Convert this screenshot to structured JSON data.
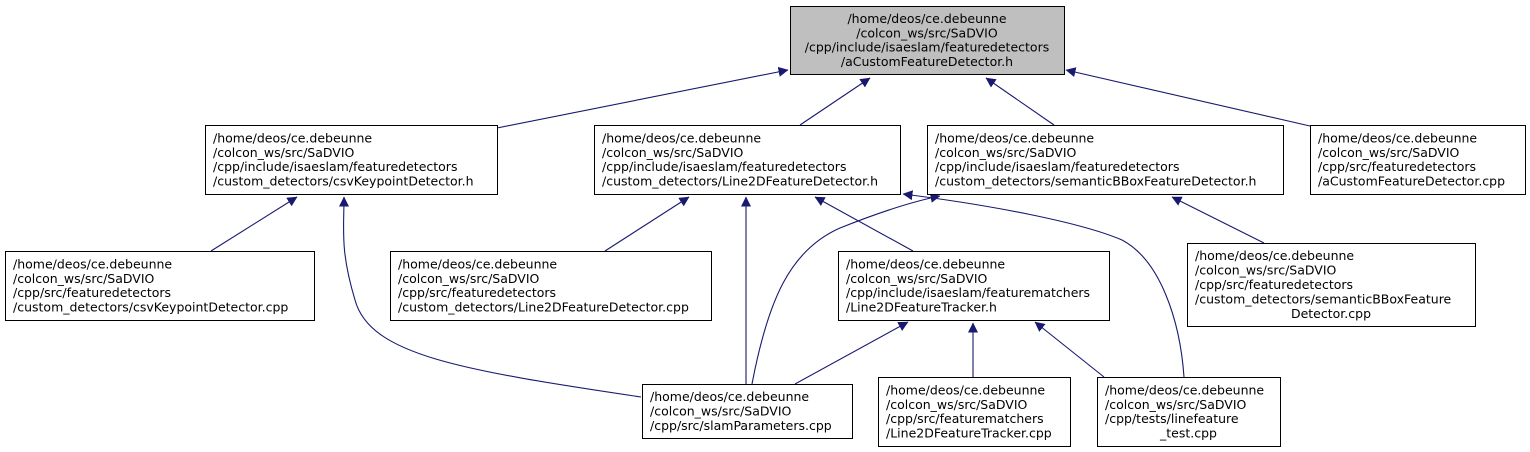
{
  "colors": {
    "edge": "#191970",
    "root_fill": "#bfbfbf",
    "node_fill": "#ffffff",
    "border": "#000000"
  },
  "nodes": [
    {
      "id": "root",
      "lines": [
        "/home/deos/ce.debeunne",
        "/colcon_ws/src/SaDVIO",
        "/cpp/include/isaeslam/featuredetectors",
        "/aCustomFeatureDetector.h"
      ],
      "align": "center",
      "highlight": true
    },
    {
      "id": "csv_h",
      "lines": [
        "/home/deos/ce.debeunne",
        "/colcon_ws/src/SaDVIO",
        "/cpp/include/isaeslam/featuredetectors",
        "/custom_detectors/csvKeypointDetector.h"
      ],
      "align": "left"
    },
    {
      "id": "line2d_h",
      "lines": [
        "/home/deos/ce.debeunne",
        "/colcon_ws/src/SaDVIO",
        "/cpp/include/isaeslam/featuredetectors",
        "/custom_detectors/Line2DFeatureDetector.h"
      ],
      "align": "left"
    },
    {
      "id": "bbox_h",
      "lines": [
        "/home/deos/ce.debeunne",
        "/colcon_ws/src/SaDVIO",
        "/cpp/include/isaeslam/featuredetectors",
        "/custom_detectors/semanticBBoxFeatureDetector.h"
      ],
      "align": "left"
    },
    {
      "id": "acustom_cpp",
      "lines": [
        "/home/deos/ce.debeunne",
        "/colcon_ws/src/SaDVIO",
        "/cpp/src/featuredetectors",
        "/aCustomFeatureDetector.cpp"
      ],
      "align": "left"
    },
    {
      "id": "csv_cpp",
      "lines": [
        "/home/deos/ce.debeunne",
        "/colcon_ws/src/SaDVIO",
        "/cpp/src/featuredetectors",
        "/custom_detectors/csvKeypointDetector.cpp"
      ],
      "align": "left"
    },
    {
      "id": "line2d_cpp",
      "lines": [
        "/home/deos/ce.debeunne",
        "/colcon_ws/src/SaDVIO",
        "/cpp/src/featuredetectors",
        "/custom_detectors/Line2DFeatureDetector.cpp"
      ],
      "align": "left"
    },
    {
      "id": "tracker_h",
      "lines": [
        "/home/deos/ce.debeunne",
        "/colcon_ws/src/SaDVIO",
        "/cpp/include/isaeslam/featurematchers",
        "/Line2DFeatureTracker.h"
      ],
      "align": "left"
    },
    {
      "id": "bbox_cpp",
      "lines": [
        "/home/deos/ce.debeunne",
        "/colcon_ws/src/SaDVIO",
        "/cpp/src/featuredetectors",
        "/custom_detectors/semanticBBoxFeature",
        "Detector.cpp"
      ],
      "align": "left"
    },
    {
      "id": "slam_cpp",
      "lines": [
        "/home/deos/ce.debeunne",
        "/colcon_ws/src/SaDVIO",
        "/cpp/src/slamParameters.cpp"
      ],
      "align": "left"
    },
    {
      "id": "tracker_cpp",
      "lines": [
        "/home/deos/ce.debeunne",
        "/colcon_ws/src/SaDVIO",
        "/cpp/src/featurematchers",
        "/Line2DFeatureTracker.cpp"
      ],
      "align": "left"
    },
    {
      "id": "test_cpp",
      "lines": [
        "/home/deos/ce.debeunne",
        "/colcon_ws/src/SaDVIO",
        "/cpp/tests/linefeature",
        "_test.cpp"
      ],
      "align": "left"
    }
  ],
  "edges": [
    {
      "from": "csv_h",
      "to": "root"
    },
    {
      "from": "line2d_h",
      "to": "root"
    },
    {
      "from": "bbox_h",
      "to": "root"
    },
    {
      "from": "acustom_cpp",
      "to": "root"
    },
    {
      "from": "csv_cpp",
      "to": "csv_h"
    },
    {
      "from": "slam_cpp",
      "to": "csv_h"
    },
    {
      "from": "line2d_cpp",
      "to": "line2d_h"
    },
    {
      "from": "slam_cpp",
      "to": "line2d_h"
    },
    {
      "from": "tracker_h",
      "to": "line2d_h"
    },
    {
      "from": "test_cpp",
      "to": "line2d_h"
    },
    {
      "from": "slam_cpp",
      "to": "bbox_h"
    },
    {
      "from": "bbox_cpp",
      "to": "bbox_h"
    },
    {
      "from": "slam_cpp",
      "to": "tracker_h"
    },
    {
      "from": "tracker_cpp",
      "to": "tracker_h"
    },
    {
      "from": "test_cpp",
      "to": "tracker_h"
    }
  ]
}
